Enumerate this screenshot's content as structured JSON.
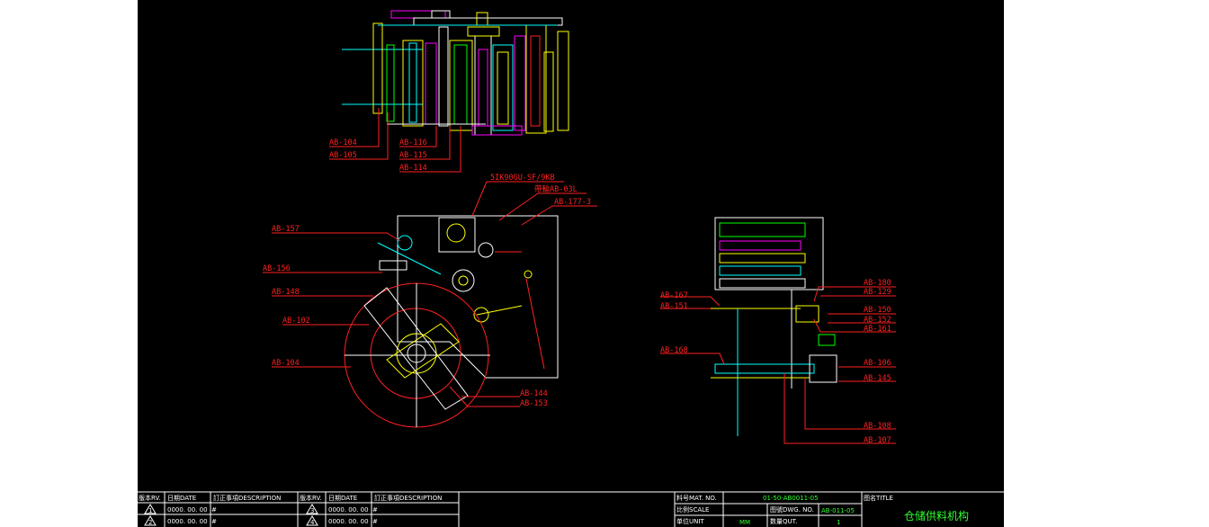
{
  "drawing": {
    "labels": [
      {
        "text": "AB-104"
      },
      {
        "text": "AB-105"
      },
      {
        "text": "AB-116"
      },
      {
        "text": "AB-115"
      },
      {
        "text": "AB-114"
      },
      {
        "text": "5IK90GU-SF/9KB"
      },
      {
        "text": "帶輪AB-03L"
      },
      {
        "text": "AB-177-3"
      },
      {
        "text": "AB-157"
      },
      {
        "text": "AB-156"
      },
      {
        "text": "AB-148"
      },
      {
        "text": "AB-102"
      },
      {
        "text": "AB-104"
      },
      {
        "text": "AB-144"
      },
      {
        "text": "AB-153"
      },
      {
        "text": "AB-167"
      },
      {
        "text": "AB-151"
      },
      {
        "text": "AB-168"
      },
      {
        "text": "AB-180"
      },
      {
        "text": "AB-129"
      },
      {
        "text": "AB-150"
      },
      {
        "text": "AB-152"
      },
      {
        "text": "AB-161"
      },
      {
        "text": "AB-106"
      },
      {
        "text": "AB-145"
      },
      {
        "text": "AB-108"
      },
      {
        "text": "AB-107"
      }
    ]
  },
  "revision_block": {
    "headers": [
      "版本RV.",
      "日期DATE",
      "訂正事項DESCRIPTION",
      "版本RV.",
      "日期DATE",
      "訂正事項DESCRIPTION"
    ],
    "rows": [
      {
        "rev1": "1",
        "date1": "0000. 00. 00",
        "desc1": "#",
        "rev2": "3",
        "date2": "0000. 00. 00",
        "desc2": "#"
      },
      {
        "rev1": "2",
        "date1": "0000. 00. 00",
        "desc1": "#",
        "rev2": "4",
        "date2": "0000. 00. 00",
        "desc2": "#"
      }
    ]
  },
  "title_block": {
    "mat_no_label": "料号MAT. NO.",
    "mat_no": "01-50-AB0011-05",
    "scale_label": "比例SCALE",
    "dwg_no_label": "图號DWG. NO.",
    "dwg_no": "AB-011-05",
    "unit_label": "单位UNIT",
    "unit": "MM",
    "qty_label": "数量QUT.",
    "qty": "1",
    "title_label": "图名TITLE",
    "title": "仓储供料机构"
  }
}
